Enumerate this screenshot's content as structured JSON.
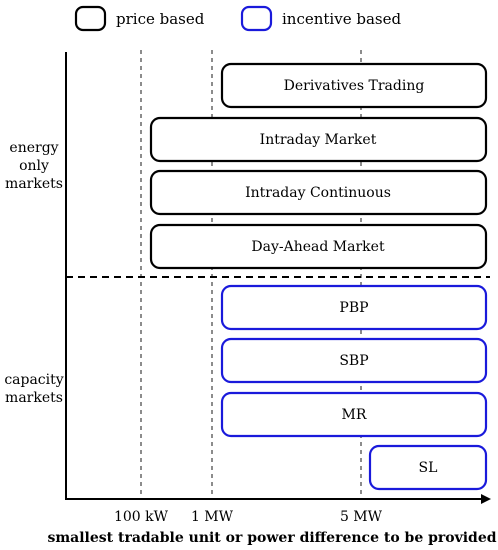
{
  "legend": {
    "price_based": {
      "label": "price based",
      "color": "#000000"
    },
    "incentive_based": {
      "label": "incentive based",
      "color": "#1a1adb"
    }
  },
  "categories": {
    "energy_only": [
      "energy",
      "only",
      "markets"
    ],
    "capacity": [
      "capacity",
      "markets"
    ]
  },
  "markets": [
    {
      "id": "derivatives-trading",
      "label": "Derivatives Trading",
      "type": "price_based",
      "min_unit": "1 MW"
    },
    {
      "id": "intraday-market",
      "label": "Intraday Market",
      "type": "price_based",
      "min_unit": "100 kW"
    },
    {
      "id": "intraday-continuous",
      "label": "Intraday Continuous",
      "type": "price_based",
      "min_unit": "100 kW"
    },
    {
      "id": "day-ahead-market",
      "label": "Day-Ahead Market",
      "type": "price_based",
      "min_unit": "100 kW"
    },
    {
      "id": "pbp",
      "label": "PBP",
      "type": "incentive_based",
      "min_unit": "1 MW"
    },
    {
      "id": "sbp",
      "label": "SBP",
      "type": "incentive_based",
      "min_unit": "1 MW"
    },
    {
      "id": "mr",
      "label": "MR",
      "type": "incentive_based",
      "min_unit": "1 MW"
    },
    {
      "id": "sl",
      "label": "SL",
      "type": "incentive_based",
      "min_unit": "5 MW"
    }
  ],
  "axis": {
    "ticks": [
      "100 kW",
      "1 MW",
      "5 MW"
    ],
    "title": "smallest tradable unit or power difference to be provided"
  }
}
